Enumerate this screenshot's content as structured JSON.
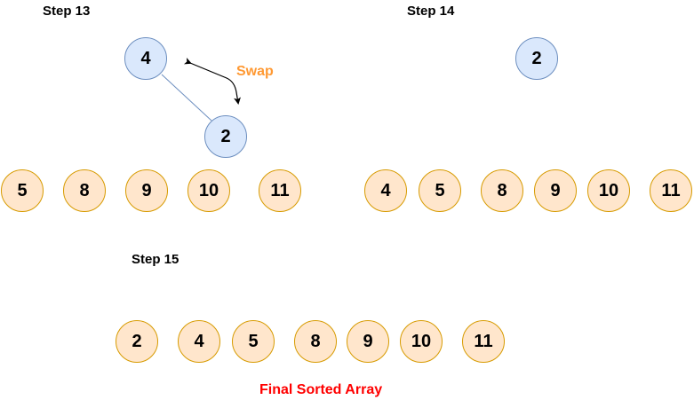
{
  "steps": [
    {
      "title": "Step 13",
      "heap_nodes": [
        "4",
        "2"
      ],
      "swap_label": "Swap",
      "array": [
        "5",
        "8",
        "9",
        "10",
        "11"
      ]
    },
    {
      "title": "Step 14",
      "heap_nodes": [
        "2"
      ],
      "array": [
        "4",
        "5",
        "8",
        "9",
        "10",
        "11"
      ]
    },
    {
      "title": "Step 15",
      "array": [
        "2",
        "4",
        "5",
        "8",
        "9",
        "10",
        "11"
      ],
      "caption": "Final Sorted Array"
    }
  ],
  "colors": {
    "heap_fill": "#dae8fc",
    "heap_stroke": "#6c8ebf",
    "array_fill": "#ffe6cc",
    "array_stroke": "#d79b00",
    "swap_label": "#ff9933",
    "final_label": "#ff0000"
  }
}
